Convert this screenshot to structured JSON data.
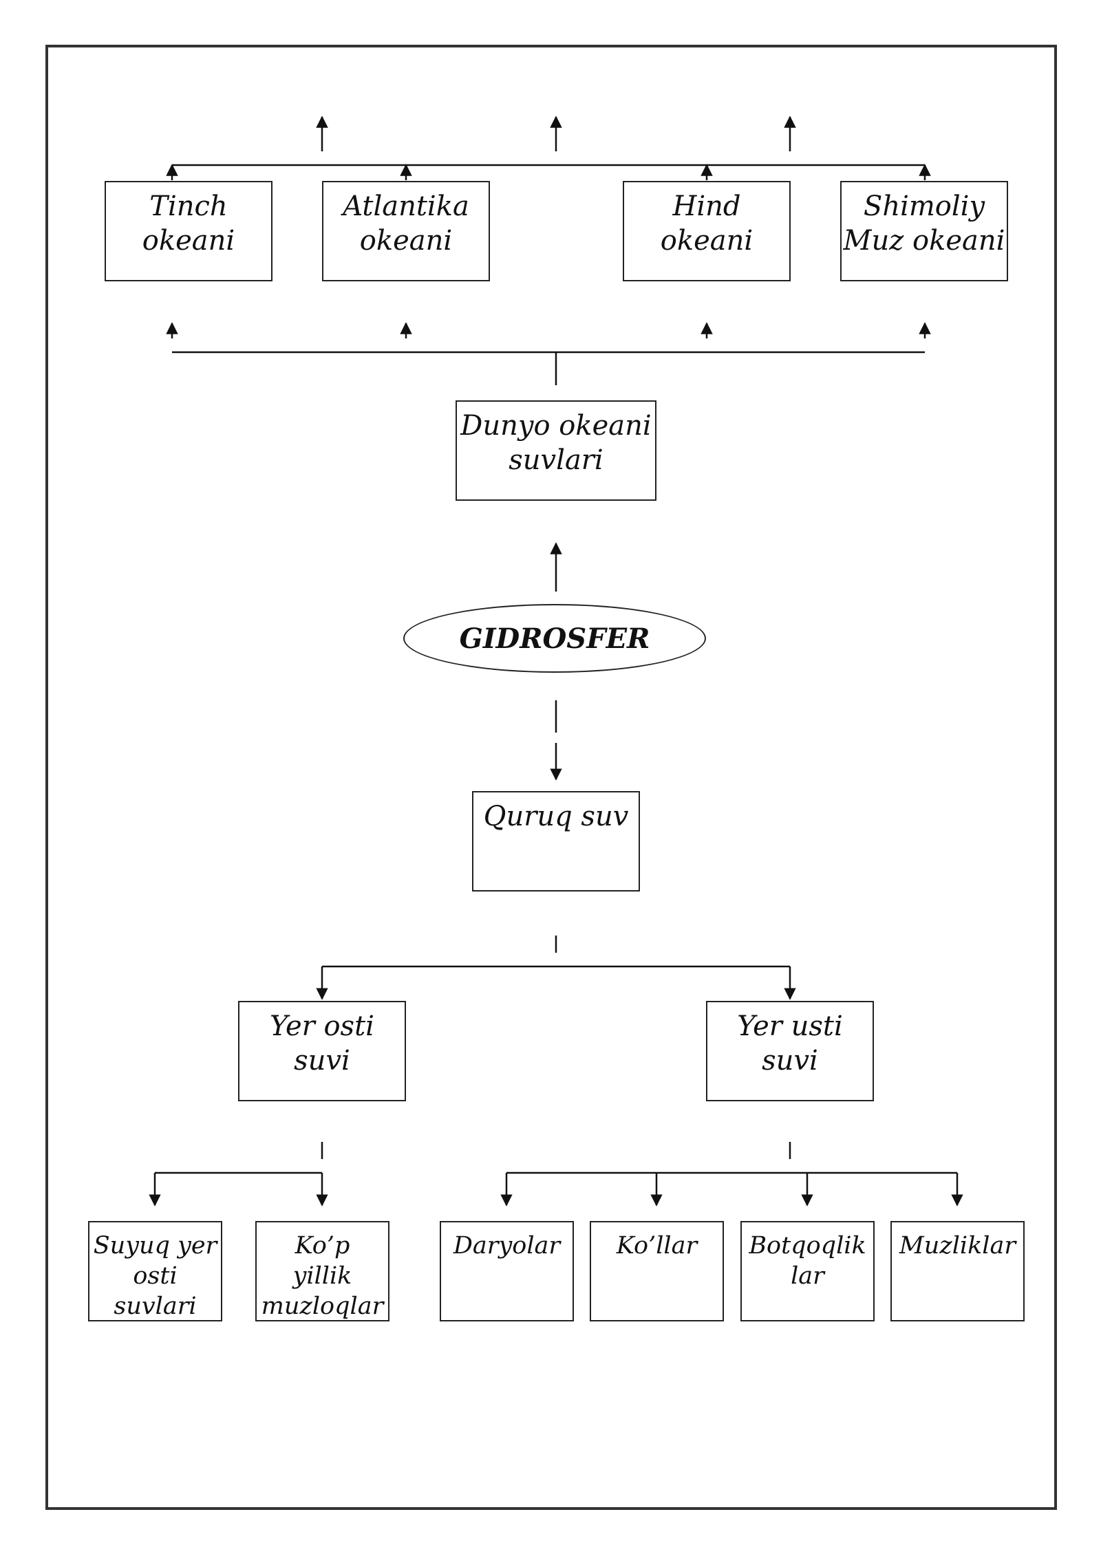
{
  "root": {
    "label": "GIDROSFER"
  },
  "ocean_group": {
    "parent": {
      "lines": [
        "Dunyo okeani",
        "suvlari"
      ]
    },
    "children": [
      {
        "lines": [
          "Tinch",
          "okeani"
        ]
      },
      {
        "lines": [
          "Atlantika",
          "okeani"
        ]
      },
      {
        "lines": [
          "Hind",
          "okeani"
        ]
      },
      {
        "lines": [
          "Shimoliy",
          "Muz okeani"
        ]
      }
    ]
  },
  "land_group": {
    "parent": {
      "lines": [
        "Quruq suv"
      ]
    },
    "underground": {
      "lines": [
        "Yer osti",
        "suvi"
      ],
      "children": [
        {
          "lines": [
            "Suyuq yer",
            "osti",
            "suvlari"
          ]
        },
        {
          "lines": [
            "Ko’p",
            "yillik",
            "muzloqlar"
          ]
        }
      ]
    },
    "surface": {
      "lines": [
        "Yer usti",
        "suvi"
      ],
      "children": [
        {
          "lines": [
            "Daryolar"
          ]
        },
        {
          "lines": [
            "Ko’llar"
          ]
        },
        {
          "lines": [
            "Botqoqlik",
            "lar"
          ]
        },
        {
          "lines": [
            "Muzliklar"
          ]
        }
      ]
    }
  }
}
